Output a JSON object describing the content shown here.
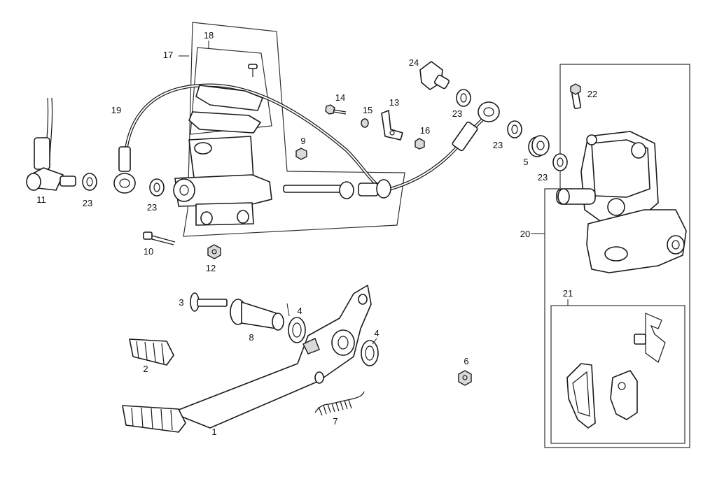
{
  "callouts": [
    {
      "id": "c1",
      "text": "1"
    },
    {
      "id": "c2",
      "text": "2"
    },
    {
      "id": "c3",
      "text": "3"
    },
    {
      "id": "c4a",
      "text": "4"
    },
    {
      "id": "c4b",
      "text": "4"
    },
    {
      "id": "c5",
      "text": "5"
    },
    {
      "id": "c6",
      "text": "6"
    },
    {
      "id": "c7",
      "text": "7"
    },
    {
      "id": "c8",
      "text": "8"
    },
    {
      "id": "c9",
      "text": "9"
    },
    {
      "id": "c10",
      "text": "10"
    },
    {
      "id": "c11",
      "text": "11"
    },
    {
      "id": "c12",
      "text": "12"
    },
    {
      "id": "c13",
      "text": "13"
    },
    {
      "id": "c14",
      "text": "14"
    },
    {
      "id": "c15",
      "text": "15"
    },
    {
      "id": "c16",
      "text": "16"
    },
    {
      "id": "c17",
      "text": "17"
    },
    {
      "id": "c18",
      "text": "18"
    },
    {
      "id": "c19",
      "text": "19"
    },
    {
      "id": "c20",
      "text": "20"
    },
    {
      "id": "c21",
      "text": "21"
    },
    {
      "id": "c22",
      "text": "22"
    },
    {
      "id": "c23a",
      "text": "23"
    },
    {
      "id": "c23b",
      "text": "23"
    },
    {
      "id": "c23c",
      "text": "23"
    },
    {
      "id": "c23d",
      "text": "23"
    },
    {
      "id": "c23e",
      "text": "23"
    },
    {
      "id": "c24",
      "text": "24"
    }
  ],
  "colors": {
    "line": "#1a1a1a",
    "part_shade": "#d9d9d9",
    "background": "#ffffff"
  }
}
